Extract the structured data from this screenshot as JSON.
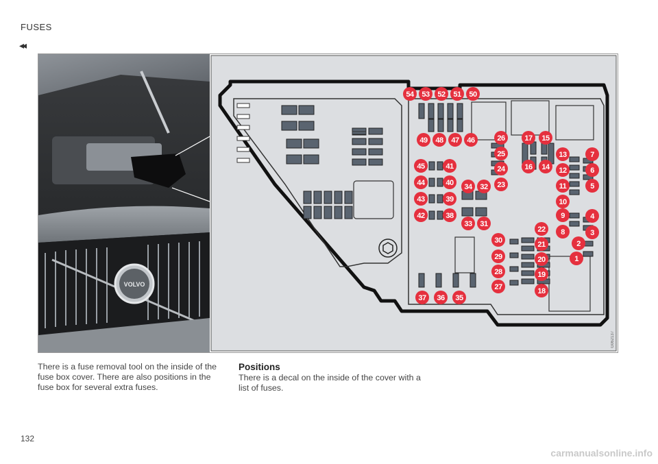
{
  "page": {
    "header": "FUSES",
    "back_glyph": "◂◂",
    "page_number": "132",
    "watermark": "carmanualsonline.info"
  },
  "figure": {
    "code": "G062137",
    "emblem": "VOLVO",
    "fuse_labels": [
      "54",
      "53",
      "52",
      "51",
      "50",
      "49",
      "48",
      "47",
      "46",
      "45",
      "44",
      "43",
      "42",
      "41",
      "40",
      "39",
      "38",
      "34",
      "32",
      "33",
      "31",
      "26",
      "25",
      "24",
      "23",
      "17",
      "15",
      "16",
      "14",
      "13",
      "12",
      "11",
      "10",
      "9",
      "8",
      "7",
      "6",
      "5",
      "4",
      "3",
      "2",
      "1",
      "22",
      "21",
      "20",
      "19",
      "18",
      "30",
      "29",
      "28",
      "27",
      "37",
      "36",
      "35"
    ]
  },
  "text": {
    "col1": "There is a fuse removal tool on the inside of the fuse box cover. There are also positions in the fuse box for several extra fuses.",
    "col2_heading": "Positions",
    "col2_body": "There is a decal on the inside of the cover with a list of fuses."
  },
  "colors": {
    "badge": "#e5303e",
    "diagram_bg": "#dcdee1",
    "fuse_fill": "#5a6470"
  }
}
